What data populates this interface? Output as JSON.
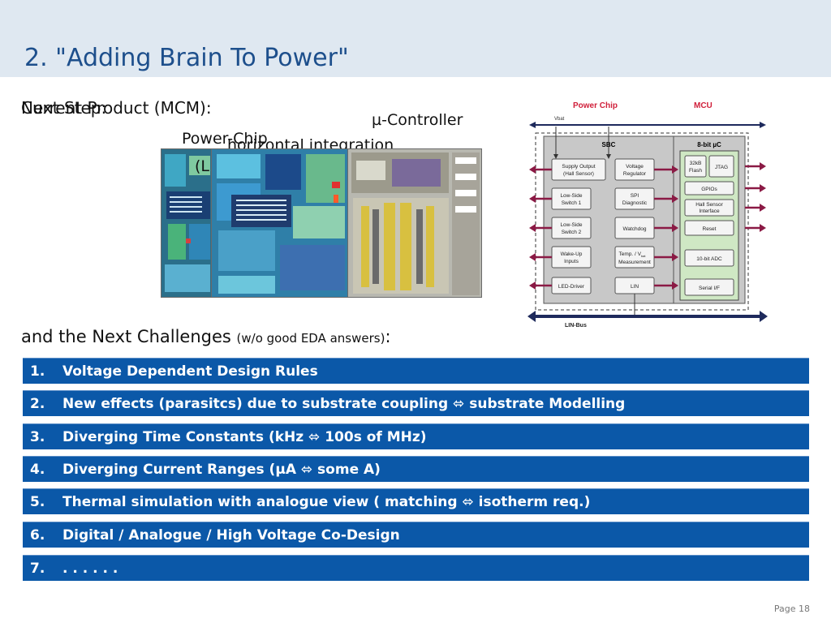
{
  "title": "2. \"Adding Brain To Power\"",
  "overlay": {
    "current_product": "Current Product (MCM):",
    "next_step": "Next Step:",
    "controller_label": "µ-Controller",
    "power_chip_label": "Power-Chip",
    "horizontal_integration": "horizontal integration",
    "paren_fragment": "(L"
  },
  "block_diagram": {
    "power_chip": "Power Chip",
    "mcu": "MCU",
    "vbat": "Vbat",
    "sbc": "SBC",
    "uc": "8-bit µC",
    "supply_output_1": "Supply Output",
    "supply_output_2": "(Hall Sensor)",
    "voltage_regulator_1": "Voltage",
    "voltage_regulator_2": "Regulator",
    "low_side_1a": "Low-Side",
    "low_side_1b": "Switch 1",
    "spi_1": "SPI",
    "spi_2": "Diagnostic",
    "low_side_2a": "Low-Side",
    "low_side_2b": "Switch 2",
    "watchdog": "Watchdog",
    "wake_up_1": "Wake-Up",
    "wake_up_2": "Inputs",
    "temp_1": "Temp. / V",
    "temp_sub": "bat",
    "temp_2": "Measurement",
    "led_driver": "LED-Driver",
    "lin": "LIN",
    "flash_1": "32kB",
    "flash_2": "Flash",
    "jtag": "JTAG",
    "gpios": "GPIOs",
    "hall_1": "Hall Sensor",
    "hall_2": "Interface",
    "reset": "Reset",
    "adc": "10-bit ADC",
    "serial": "Serial I/F",
    "lin_bus": "LIN-Bus"
  },
  "challenges": {
    "heading_main": "and the Next Challenges ",
    "heading_small": "(w/o good EDA answers)",
    "heading_colon": ":"
  },
  "items": [
    {
      "num": "1.",
      "text": "Voltage Dependent Design Rules"
    },
    {
      "num": "2.",
      "text": "New effects (parasitcs) due to substrate coupling ⬄ substrate Modelling"
    },
    {
      "num": "3.",
      "text": "Diverging Time Constants (kHz ⬄ 100s of MHz)"
    },
    {
      "num": "4.",
      "text": "Diverging Current Ranges (µA ⬄ some A)"
    },
    {
      "num": "5.",
      "text": "Thermal simulation with analogue view ( matching ⬄ isotherm req.)"
    },
    {
      "num": "6.",
      "text": "Digital / Analogue / High Voltage Co-Design"
    },
    {
      "num": "7.",
      "text": ". . . . . ."
    }
  ],
  "footer": {
    "page": "Page 18"
  },
  "colors": {
    "accent": "#0b58a8",
    "title": "#1d4f8c",
    "band": "#dfe8f1",
    "diagram_red": "#d01f3a",
    "arrow": "#8b1a45"
  }
}
